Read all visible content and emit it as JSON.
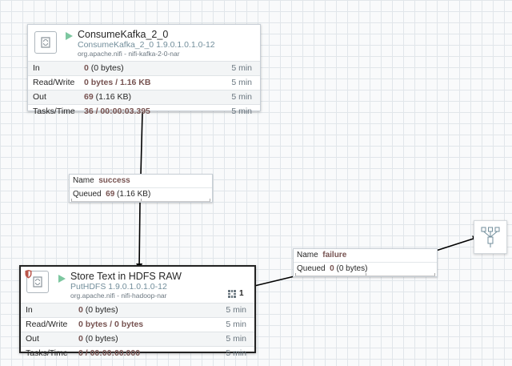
{
  "processors": [
    {
      "name": "ConsumeKafka_2_0",
      "type": "ConsumeKafka_2_0 1.9.0.1.0.1.0-12",
      "bundle": "org.apache.nifi - nifi-kafka-2-0-nar",
      "icon": "processor-icon",
      "status_icon": "running-play-icon",
      "stats": [
        {
          "label": "In",
          "value_bold": "0",
          "value_rest": " (0 bytes)",
          "period": "5 min"
        },
        {
          "label": "Read/Write",
          "value_bold": "0 bytes / 1.16 KB",
          "value_rest": "",
          "period": "5 min"
        },
        {
          "label": "Out",
          "value_bold": "69",
          "value_rest": " (1.16 KB)",
          "period": "5 min"
        },
        {
          "label": "Tasks/Time",
          "value_bold": "36 / 00:00:03.395",
          "value_rest": "",
          "period": "5 min"
        }
      ]
    },
    {
      "name": "Store Text in HDFS RAW",
      "type": "PutHDFS 1.9.0.1.0.1.0-12",
      "bundle": "org.apache.nifi - nifi-hadoop-nar",
      "active_threads": "1",
      "icon": "processor-icon",
      "status_icon": "running-play-icon",
      "restricted_icon": "shield-icon",
      "stats": [
        {
          "label": "In",
          "value_bold": "0",
          "value_rest": " (0 bytes)",
          "period": "5 min"
        },
        {
          "label": "Read/Write",
          "value_bold": "0 bytes / 0 bytes",
          "value_rest": "",
          "period": "5 min"
        },
        {
          "label": "Out",
          "value_bold": "0",
          "value_rest": " (0 bytes)",
          "period": "5 min"
        },
        {
          "label": "Tasks/Time",
          "value_bold": "0 / 00:00:00.000",
          "value_rest": "",
          "period": "5 min"
        }
      ]
    }
  ],
  "connections": [
    {
      "name_label": "Name",
      "name": "success",
      "queued_label": "Queued",
      "queued_count": "69",
      "queued_size": " (1.16 KB)"
    },
    {
      "name_label": "Name",
      "name": "failure",
      "queued_label": "Queued",
      "queued_count": "0",
      "queued_size": " (0 bytes)"
    }
  ],
  "funnel": {
    "icon": "funnel-icon"
  },
  "colors": {
    "running": "#7dc7a0",
    "value_bold": "#775351",
    "type_text": "#728e9b",
    "restricted": "#ba554a"
  }
}
